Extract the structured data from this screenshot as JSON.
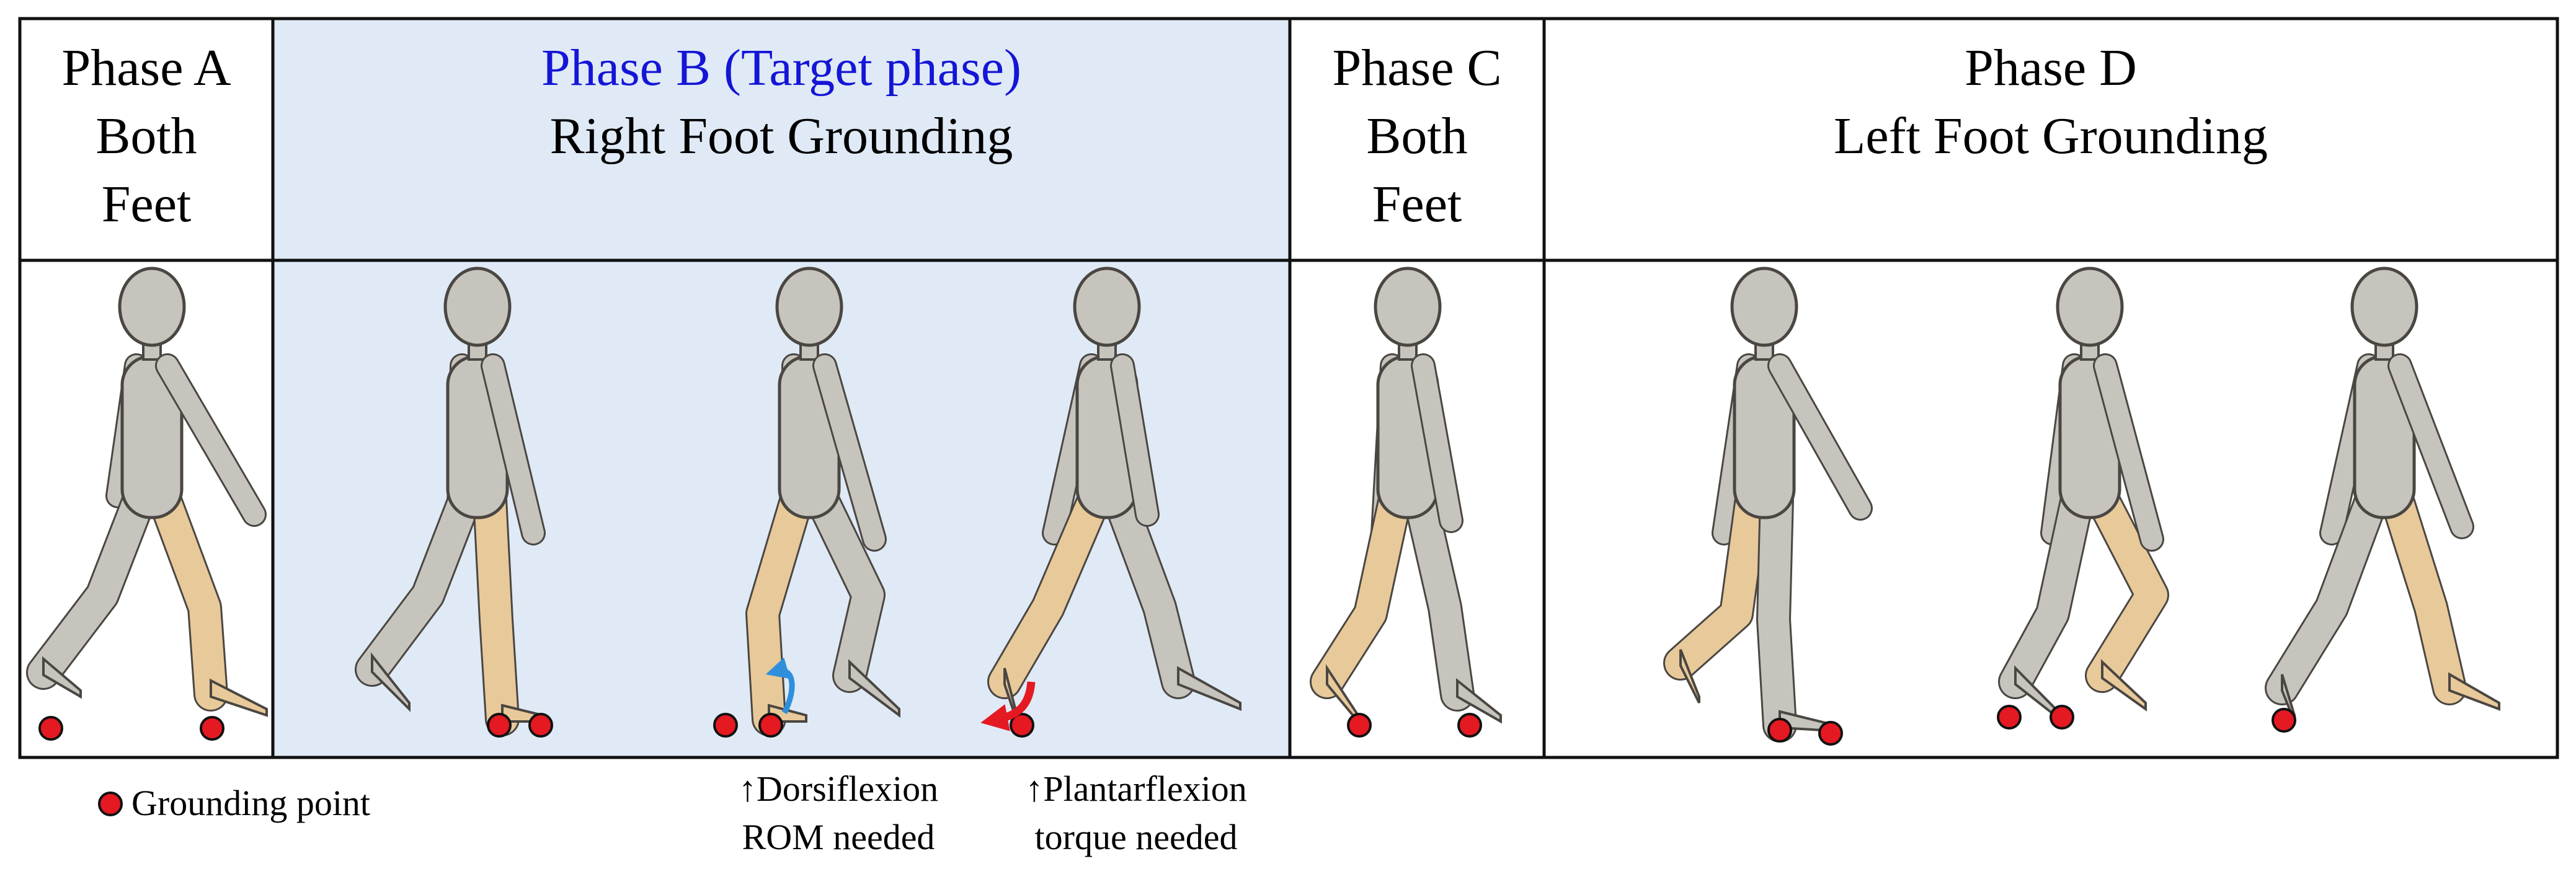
{
  "colors": {
    "highlight_bg": "#dfeaf6",
    "target_title": "#1515d6",
    "grounding_dot": "#e51921",
    "grounded_limb": "#e8c99a",
    "body": "#c7c3bd",
    "dorsiflexion_arrow": "#2f8fdc",
    "plantarflexion_arrow": "#e51921",
    "grid": "#111111"
  },
  "phases": [
    {
      "id": "A",
      "lines": [
        "Phase A",
        "Both",
        "Feet"
      ],
      "highlighted": false
    },
    {
      "id": "B",
      "lines": [
        "Phase B (Target phase)",
        "Right Foot Grounding"
      ],
      "highlighted": true
    },
    {
      "id": "C",
      "lines": [
        "Phase C",
        "Both",
        "Feet"
      ],
      "highlighted": false
    },
    {
      "id": "D",
      "lines": [
        "Phase D",
        "Left Foot Grounding"
      ],
      "highlighted": false
    }
  ],
  "legend": {
    "label": "Grounding point"
  },
  "annotations": {
    "dorsiflexion": [
      "↑Dorsiflexion",
      "ROM needed"
    ],
    "plantarflexion": [
      "↑Plantarflexion",
      "torque needed"
    ]
  }
}
